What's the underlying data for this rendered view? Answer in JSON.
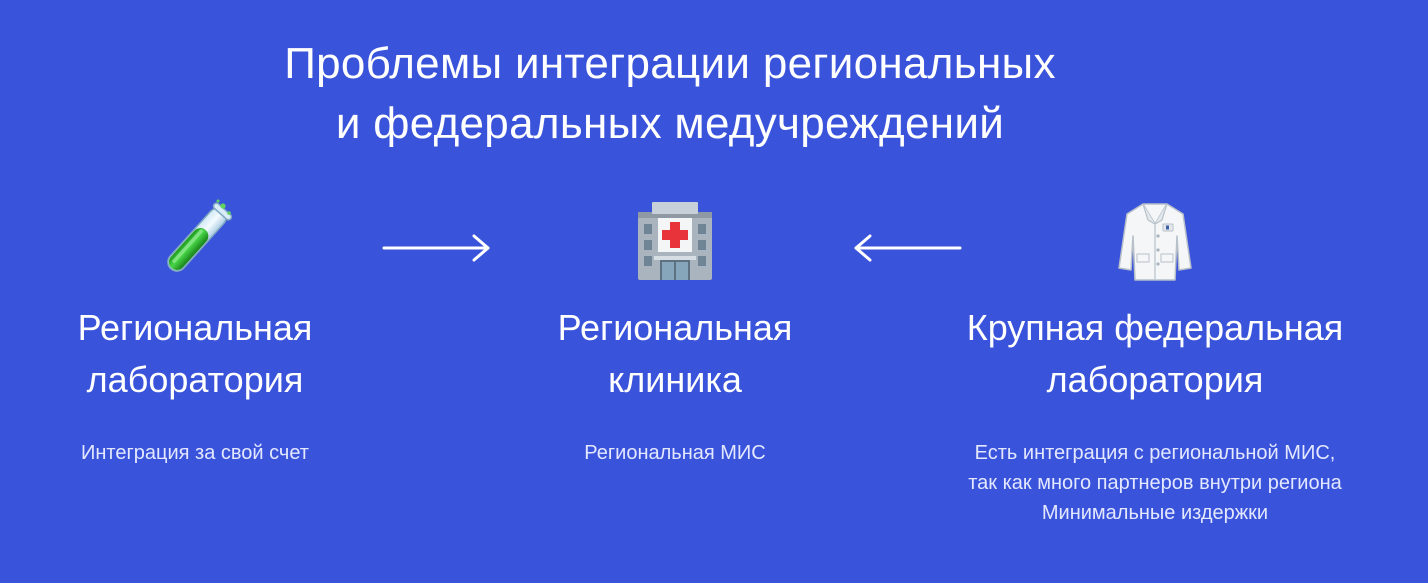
{
  "page": {
    "title_line1": "Проблемы интеграции региональных",
    "title_line2": "и федеральных медучреждений"
  },
  "columns": {
    "left": {
      "icon": "test-tube-icon",
      "heading_line1": "Региональная",
      "heading_line2": "лаборатория",
      "desc_line1": "Интеграция за свой счет"
    },
    "middle": {
      "icon": "hospital-icon",
      "heading_line1": "Региональная",
      "heading_line2": "клиника",
      "desc_line1": "Региональная МИС"
    },
    "right": {
      "icon": "lab-coat-icon",
      "heading_line1": "Крупная федеральная",
      "heading_line2": "лаборатория",
      "desc_line1": "Есть интеграция с региональной МИС,",
      "desc_line2": "так как много партнеров внутри региона",
      "desc_line3": "Минимальные издержки"
    }
  },
  "connectors": [
    {
      "from": "left",
      "to": "middle",
      "direction": "right"
    },
    {
      "from": "right",
      "to": "middle",
      "direction": "left"
    }
  ],
  "colors": {
    "background": "#3A53DB",
    "text": "#FFFFFF",
    "description": "#E3E8FF",
    "liquid": "#2FC32F",
    "cross": "#E8333A"
  }
}
